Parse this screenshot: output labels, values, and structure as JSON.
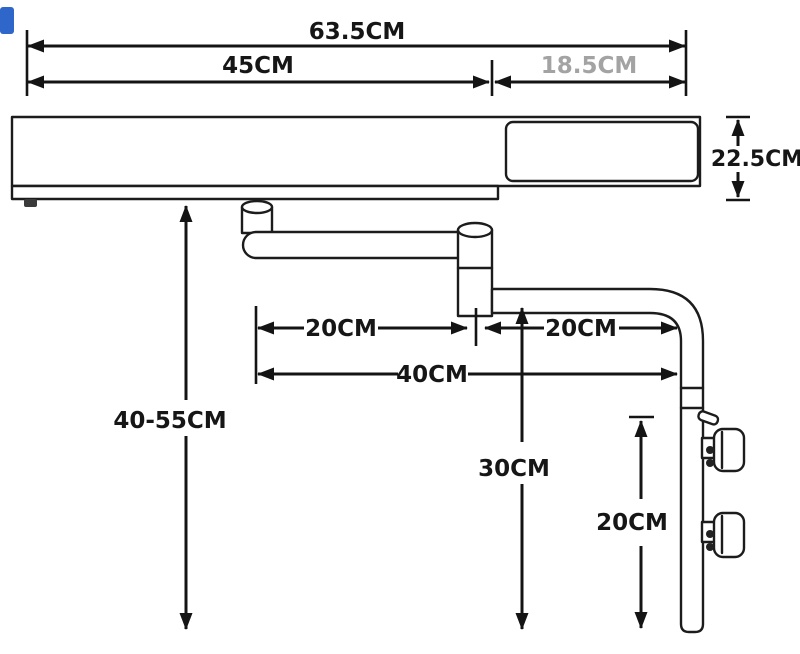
{
  "colors": {
    "background": "#ffffff",
    "line_ink": "#161616",
    "muted_label": "#a3a3a3",
    "accent_logo": "#2e66c9",
    "screw_dot": "#222222"
  },
  "labels": {
    "total_width": "63.5CM",
    "main_tray_width": "45CM",
    "side_tray_width": "18.5CM",
    "tray_depth": "22.5CM",
    "height_range": "40-55CM",
    "front_arm_length": "20CM",
    "rear_arm_length": "20CM",
    "arm_reach": "40CM",
    "column_drop": "30CM",
    "clamp_travel": "20CM"
  }
}
